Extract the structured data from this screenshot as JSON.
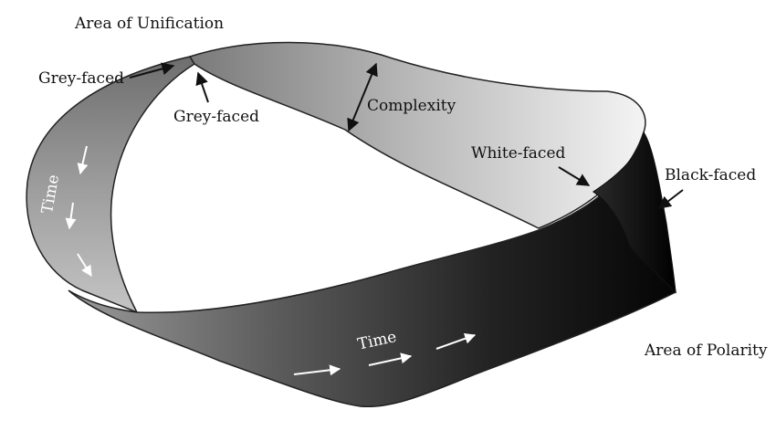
{
  "labels": {
    "area_unification": "Area of Unification",
    "grey_faced_outer": "Grey-faced",
    "grey_faced_inner": "Grey-faced",
    "complexity": "Complexity",
    "white_faced": "White-faced",
    "black_faced": "Black-faced",
    "time_left": "Time",
    "time_bottom": "Time",
    "area_polarity": "Area of Polarity"
  },
  "colors": {
    "grey_face": "#9a9a9a",
    "white_face": "#ececec",
    "black_face": "#0f0f0f",
    "outline": "#222222",
    "label_text": "#111111",
    "arrow_on_band": "#ffffff"
  }
}
